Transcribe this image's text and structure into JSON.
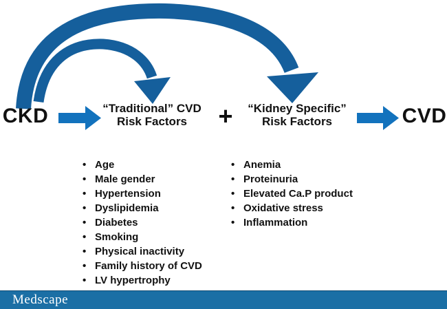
{
  "diagram": {
    "nodes": {
      "ckd": "CKD",
      "cvd": "CVD",
      "plus": "+",
      "traditional": {
        "line1": "“Traditional” CVD",
        "line2": "Risk Factors"
      },
      "kidney": {
        "line1": "“Kidney Specific”",
        "line2": "Risk Factors"
      }
    },
    "lists": {
      "traditional_factors": [
        "Age",
        "Male gender",
        "Hypertension",
        "Dyslipidemia",
        "Diabetes",
        "Smoking",
        "Physical inactivity",
        "Family history of CVD",
        "LV hypertrophy"
      ],
      "kidney_factors": [
        "Anemia",
        "Proteinuria",
        "Elevated Ca.P product",
        "Oxidative stress",
        "Inflammation"
      ]
    },
    "icons": {
      "curved_arrow_1": "ckd-to-traditional-curved-arrow",
      "curved_arrow_2": "ckd-to-kidney-curved-arrow",
      "block_arrow_1": "ckd-to-traditional-block-arrow",
      "block_arrow_2": "kidney-to-cvd-block-arrow"
    },
    "colors": {
      "arc_blue": "#155F9C",
      "arrow_blue": "#1272BD",
      "footer_bar_blue": "#1B6FA5",
      "text_black": "#111111"
    }
  },
  "footer": {
    "brand": "Medscape"
  }
}
